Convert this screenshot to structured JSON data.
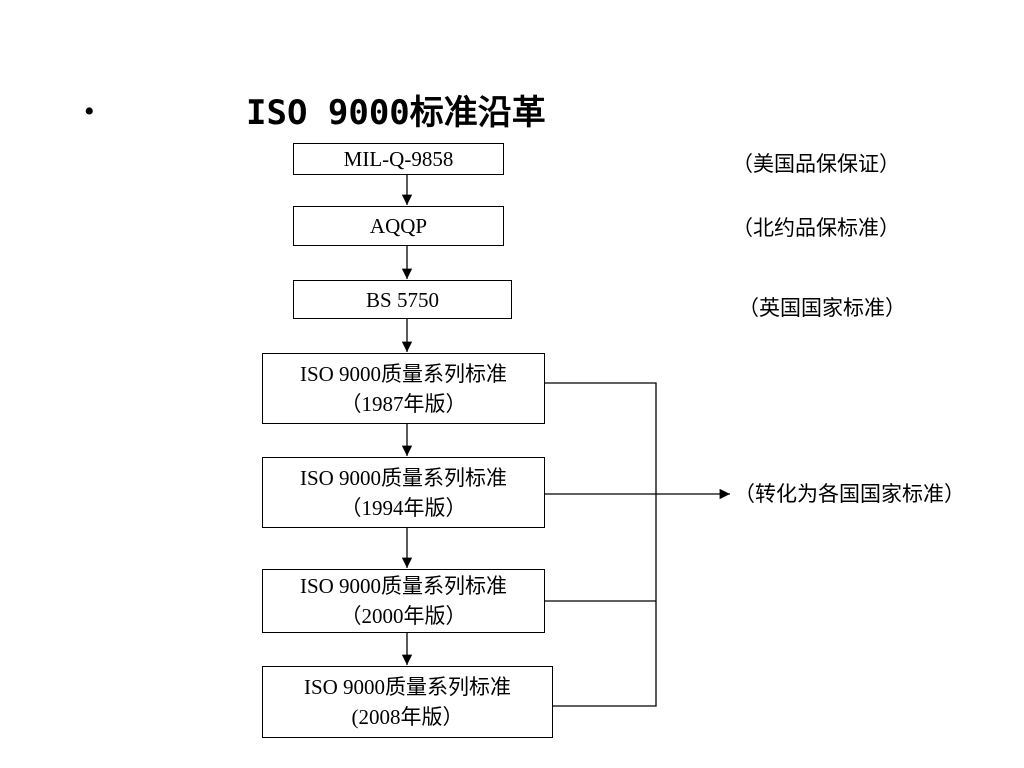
{
  "slide": {
    "bullet": "•",
    "title": "ISO 9000标准沿革"
  },
  "flow": {
    "step1": "MIL-Q-9858",
    "step2": "AQQP",
    "step3": "BS  5750",
    "step4": {
      "line1": "ISO 9000质量系列标准",
      "line2": "（1987年版）"
    },
    "step5": {
      "line1": "ISO 9000质量系列标准",
      "line2": "（1994年版）"
    },
    "step6": {
      "line1": "ISO 9000质量系列标准",
      "line2": "（2000年版）"
    },
    "step7": {
      "line1": "ISO 9000质量系列标准",
      "line2": "(2008年版）"
    }
  },
  "notes": {
    "step1": "（美国品保保证）",
    "step2": "（北约品保标准）",
    "step3": "（英国国家标准）",
    "converted": "（转化为各国国家标准）"
  }
}
